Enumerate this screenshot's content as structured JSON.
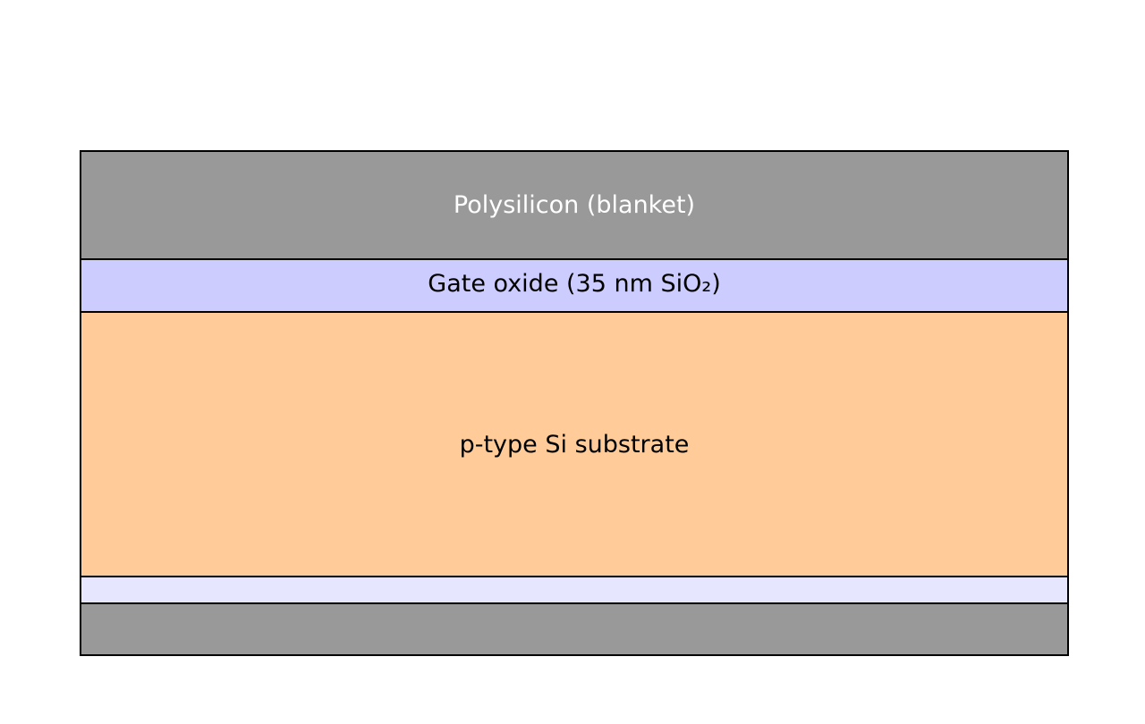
{
  "layers": [
    {
      "label": "Polysilicon (blanket)",
      "fill": "#999999",
      "text_color": "#ffffff"
    },
    {
      "label": "Gate oxide (35 nm SiO₂)",
      "fill": "#ccccff",
      "text_color": "#000000"
    },
    {
      "label": "p-type Si substrate",
      "fill": "#ffcc99",
      "text_color": "#000000"
    },
    {
      "label": "",
      "fill": "#e6e6ff",
      "text_color": "#000000"
    },
    {
      "label": "",
      "fill": "#999999",
      "text_color": "#000000"
    }
  ]
}
